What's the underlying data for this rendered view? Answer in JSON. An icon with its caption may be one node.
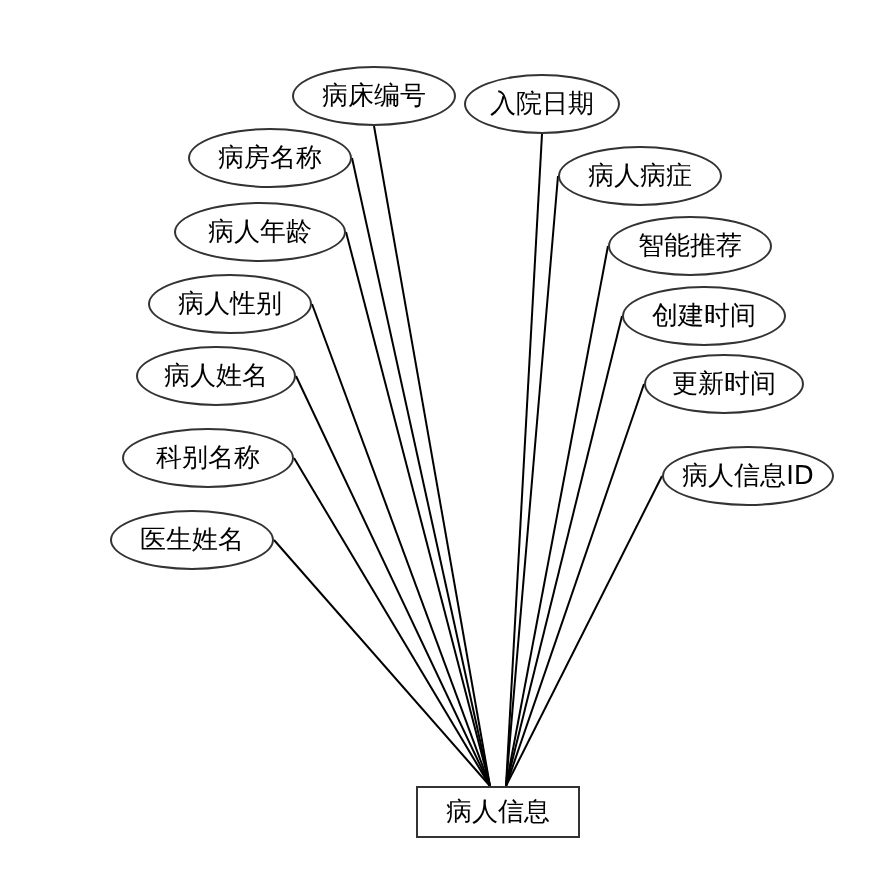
{
  "diagram": {
    "nodes": [
      {
        "text": [
          "病人信息"
        ]
      },
      {
        "text": [
          "病床编号"
        ]
      },
      {
        "text": [
          "入院日期"
        ]
      },
      {
        "text": [
          "病房名称"
        ]
      },
      {
        "text": [
          "病人病症"
        ]
      },
      {
        "text": [
          "病人年龄"
        ]
      },
      {
        "text": [
          "智能推荐"
        ]
      },
      {
        "text": [
          "病人性别"
        ]
      },
      {
        "text": [
          "创建时间"
        ]
      },
      {
        "text": [
          "病人姓名"
        ]
      },
      {
        "text": [
          "更新时间"
        ]
      },
      {
        "text": [
          "科别名称"
        ]
      },
      {
        "text": [
          "病人信息ID"
        ]
      },
      {
        "text": [
          "医生姓名"
        ]
      }
    ],
    "edges": [
      {
        "from": 1,
        "to": 0,
        "arrow": "none"
      },
      {
        "from": 2,
        "to": 0,
        "arrow": "none"
      },
      {
        "from": 3,
        "to": 0,
        "arrow": "none"
      },
      {
        "from": 4,
        "to": 0,
        "arrow": "none"
      },
      {
        "from": 5,
        "to": 0,
        "arrow": "none"
      },
      {
        "from": 6,
        "to": 0,
        "arrow": "none"
      },
      {
        "from": 7,
        "to": 0,
        "arrow": "none"
      },
      {
        "from": 8,
        "to": 0,
        "arrow": "none"
      },
      {
        "from": 9,
        "to": 0,
        "arrow": "none"
      },
      {
        "from": 10,
        "to": 0,
        "arrow": "none"
      },
      {
        "from": 11,
        "to": 0,
        "arrow": "none"
      },
      {
        "from": 12,
        "to": 0,
        "arrow": "none"
      },
      {
        "from": 13,
        "to": 0,
        "arrow": "none"
      }
    ]
  }
}
